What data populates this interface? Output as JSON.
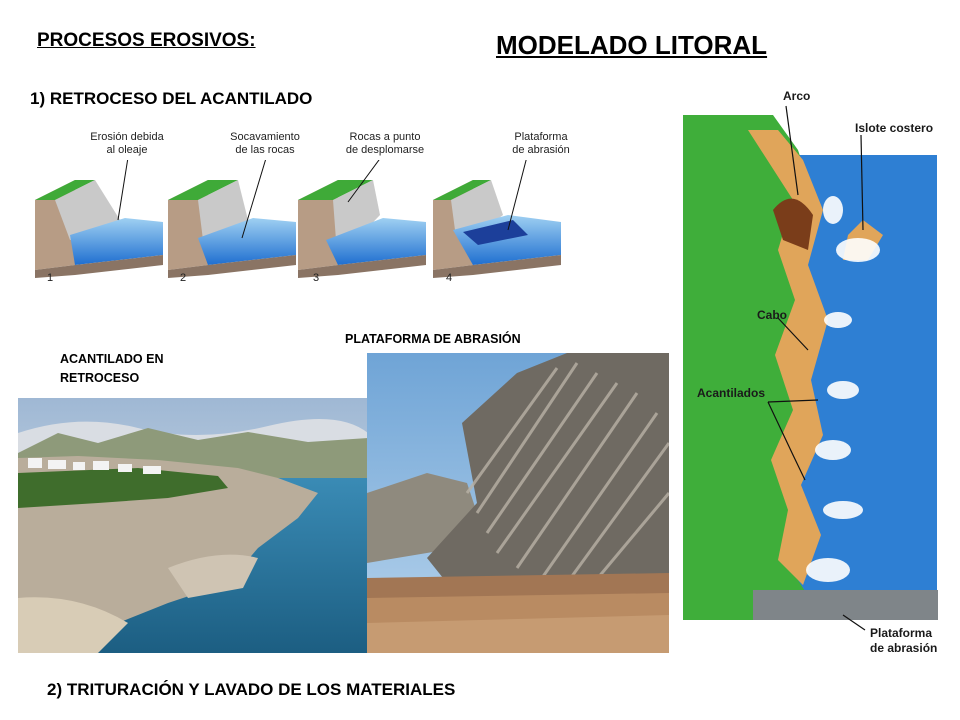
{
  "headings": {
    "procesos": "PROCESOS EROSIVOS:",
    "modelado": "MODELADO LITORAL"
  },
  "sections": {
    "retroceso": "1) RETROCESO DEL ACANTILADO",
    "trituracion": "2) TRITURACIÓN Y LAVADO DE LOS MATERIALES"
  },
  "diagram": {
    "steps": [
      {
        "number": "1",
        "label_line1": "Erosión debida",
        "label_line2": "al oleaje"
      },
      {
        "number": "2",
        "label_line1": "Socavamiento",
        "label_line2": "de las rocas"
      },
      {
        "number": "3",
        "label_line1": "Rocas a punto",
        "label_line2": "de desplomarse"
      },
      {
        "number": "4",
        "label_line1": "Plataforma",
        "label_line2": "de abrasión"
      }
    ]
  },
  "photos": {
    "acantilado_caption_line1": "ACANTILADO EN",
    "acantilado_caption_line2": "RETROCESO",
    "plataforma_caption": "PLATAFORMA DE ABRASIÓN"
  },
  "litoral": {
    "arco": "Arco",
    "islote": "Islote costero",
    "cabo": "Cabo",
    "acantilados": "Acantilados",
    "plataforma_line1": "Plataforma",
    "plataforma_line2": "de abrasión"
  },
  "colors": {
    "sea": "#2f7fd6",
    "land_green": "#3fae3a",
    "rock": "#e0a55a",
    "soil": "#b89c86"
  }
}
